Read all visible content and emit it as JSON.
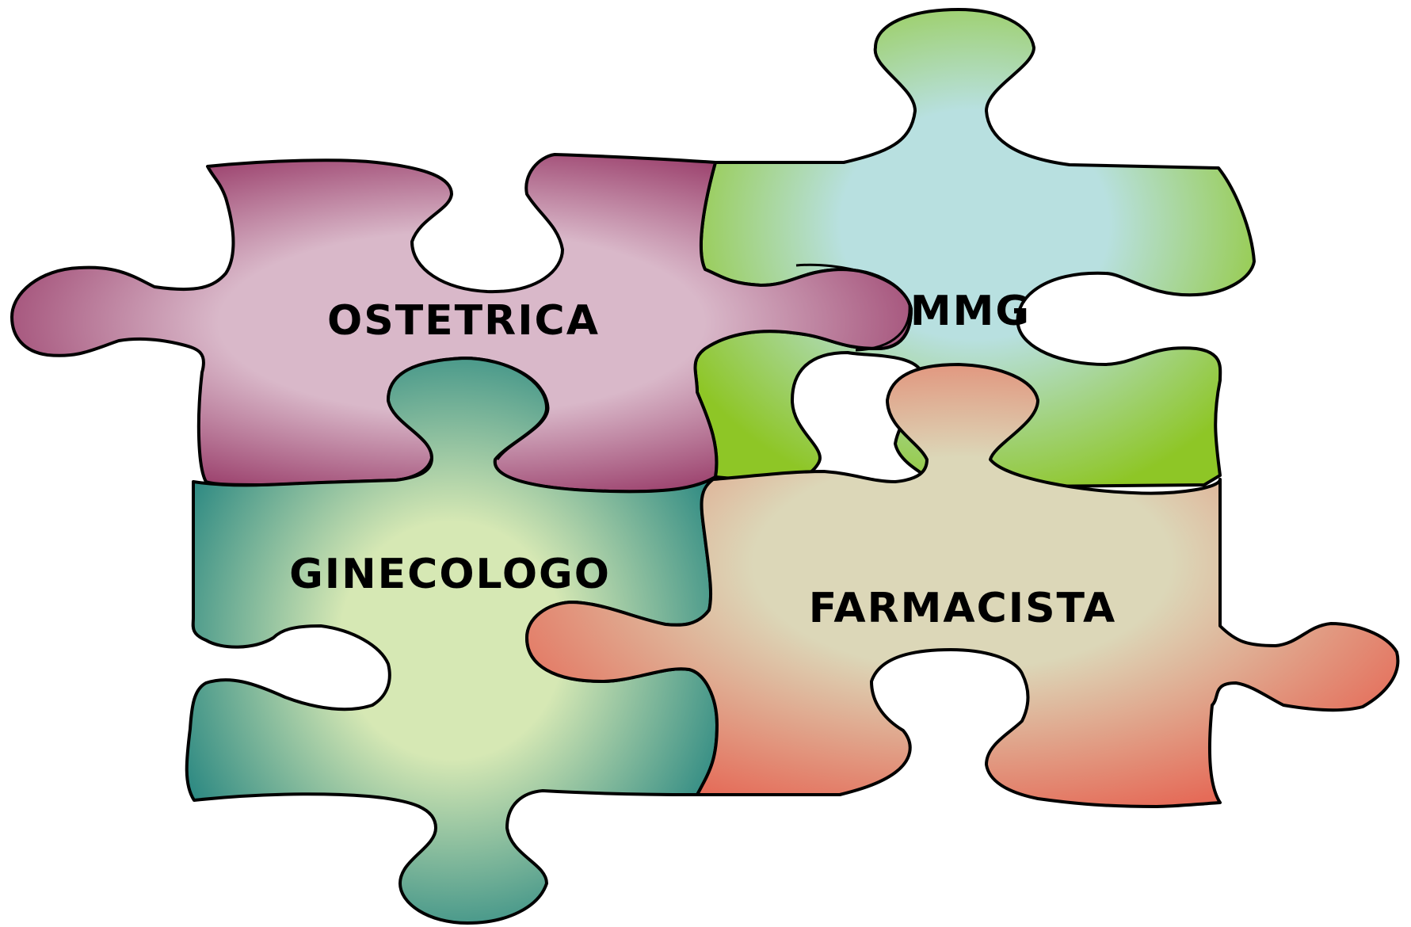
{
  "pieces": [
    {
      "id": "ostetrica",
      "label": "OSTETRICA",
      "edge_color": "#922f5f",
      "center_color": "#d9b8c9"
    },
    {
      "id": "mmg",
      "label": "MMG",
      "edge_color": "#8ec626",
      "center_color": "#b8e0e0"
    },
    {
      "id": "ginecologo",
      "label": "GINECOLOGO",
      "edge_color": "#1b7f7d",
      "center_color": "#d6e8b4"
    },
    {
      "id": "farmacista",
      "label": "FARMACISTA",
      "edge_color": "#e56b58",
      "center_color": "#dcd7b8"
    }
  ]
}
